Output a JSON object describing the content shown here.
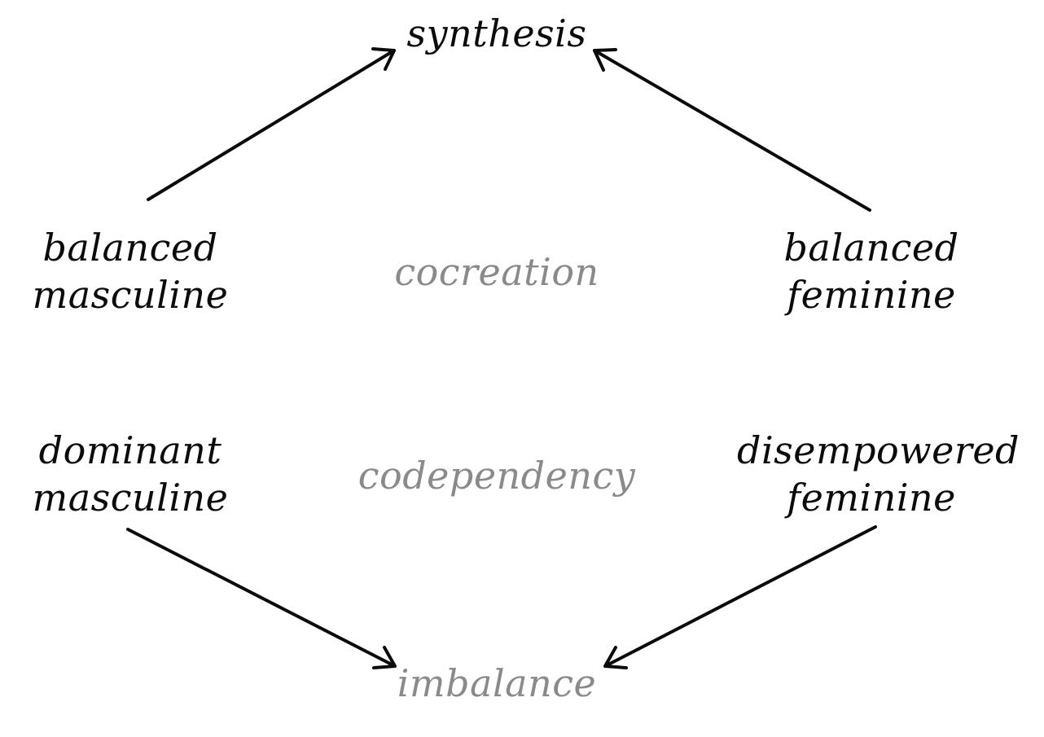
{
  "nodes": {
    "synthesis": "synthesis",
    "balanced_masculine": [
      "balanced",
      "masculine"
    ],
    "balanced_feminine": [
      "balanced",
      "feminine"
    ],
    "dominant_masculine": [
      "dominant",
      "masculine"
    ],
    "disempowered_feminine": [
      "disempowered",
      "feminine"
    ],
    "imbalance": "imbalance"
  },
  "center_labels": {
    "cocreation": "cocreation",
    "codependency": "codependency"
  },
  "edges": [
    {
      "from": "balanced masculine",
      "to": "synthesis"
    },
    {
      "from": "balanced feminine",
      "to": "synthesis"
    },
    {
      "from": "dominant masculine",
      "to": "imbalance"
    },
    {
      "from": "disempowered feminine",
      "to": "imbalance"
    }
  ],
  "colors": {
    "text": "#0b0b0b",
    "muted_text": "#8a8a8a",
    "background": "#ffffff"
  }
}
